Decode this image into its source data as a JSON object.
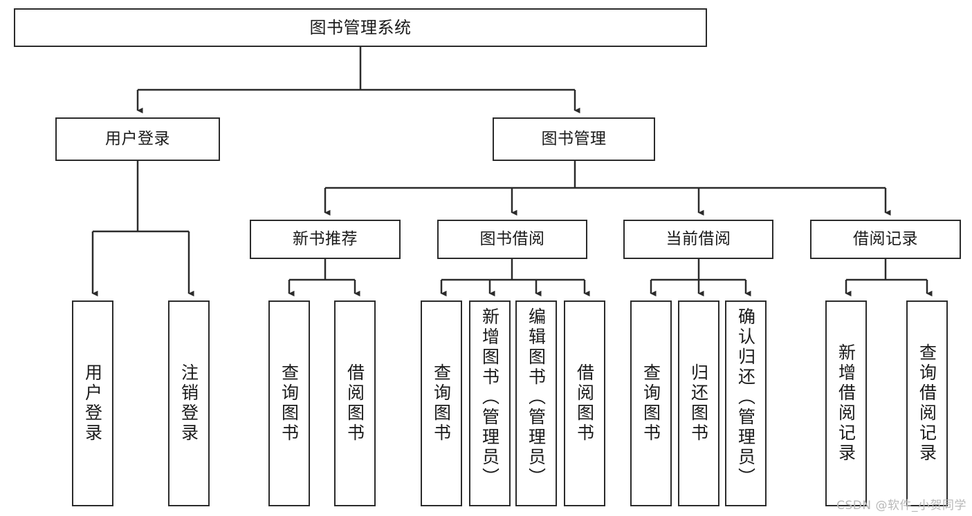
{
  "diagram": {
    "title": "图书管理系统",
    "type": "tree",
    "root": {
      "id": "root",
      "label": "图书管理系统"
    },
    "level1": [
      {
        "id": "user-login",
        "label": "用户登录"
      },
      {
        "id": "book-manage",
        "label": "图书管理"
      }
    ],
    "level2": [
      {
        "id": "new-book-recommend",
        "label": "新书推荐",
        "parent": "book-manage"
      },
      {
        "id": "book-borrow",
        "label": "图书借阅",
        "parent": "book-manage"
      },
      {
        "id": "current-borrow",
        "label": "当前借阅",
        "parent": "book-manage"
      },
      {
        "id": "borrow-record",
        "label": "借阅记录",
        "parent": "book-manage"
      }
    ],
    "leaves": [
      {
        "id": "leaf-user-login",
        "label": "用户登录",
        "parent": "user-login"
      },
      {
        "id": "leaf-user-logout",
        "label": "注销登录",
        "parent": "user-login"
      },
      {
        "id": "leaf-query-book-1",
        "label": "查询图书",
        "parent": "new-book-recommend"
      },
      {
        "id": "leaf-borrow-book-1",
        "label": "借阅图书",
        "parent": "new-book-recommend"
      },
      {
        "id": "leaf-query-book-2",
        "label": "查询图书",
        "parent": "book-borrow"
      },
      {
        "id": "leaf-add-book",
        "label": "新增图书（管理员）",
        "parent": "book-borrow"
      },
      {
        "id": "leaf-edit-book",
        "label": "编辑图书（管理员）",
        "parent": "book-borrow"
      },
      {
        "id": "leaf-borrow-book-2",
        "label": "借阅图书",
        "parent": "book-borrow"
      },
      {
        "id": "leaf-query-book-3",
        "label": "查询图书",
        "parent": "current-borrow"
      },
      {
        "id": "leaf-return-book",
        "label": "归还图书",
        "parent": "current-borrow"
      },
      {
        "id": "leaf-confirm-return",
        "label": "确认归还（管理员）",
        "parent": "current-borrow"
      },
      {
        "id": "leaf-add-record",
        "label": "新增借阅记录",
        "parent": "borrow-record"
      },
      {
        "id": "leaf-query-record",
        "label": "查询借阅记录",
        "parent": "borrow-record"
      }
    ]
  },
  "watermark": {
    "text": "CSDN @软件_小贺同学"
  },
  "colors": {
    "stroke": "#2b2b2b",
    "fill": "#ffffff",
    "text": "#1a1a1a",
    "watermark": "#b8b8b8"
  }
}
